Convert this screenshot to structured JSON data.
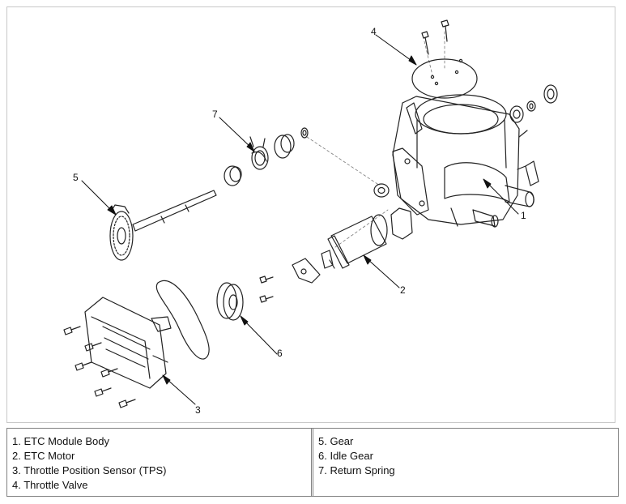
{
  "diagram": {
    "callouts": [
      "1",
      "2",
      "3",
      "4",
      "5",
      "6",
      "7"
    ]
  },
  "legend": {
    "left": [
      "1. ETC Module Body",
      "2. ETC Motor",
      "3. Throttle Position Sensor (TPS)",
      "4. Throttle Valve"
    ],
    "right": [
      "5. Gear",
      "6. Idle Gear",
      "7. Return Spring"
    ]
  }
}
